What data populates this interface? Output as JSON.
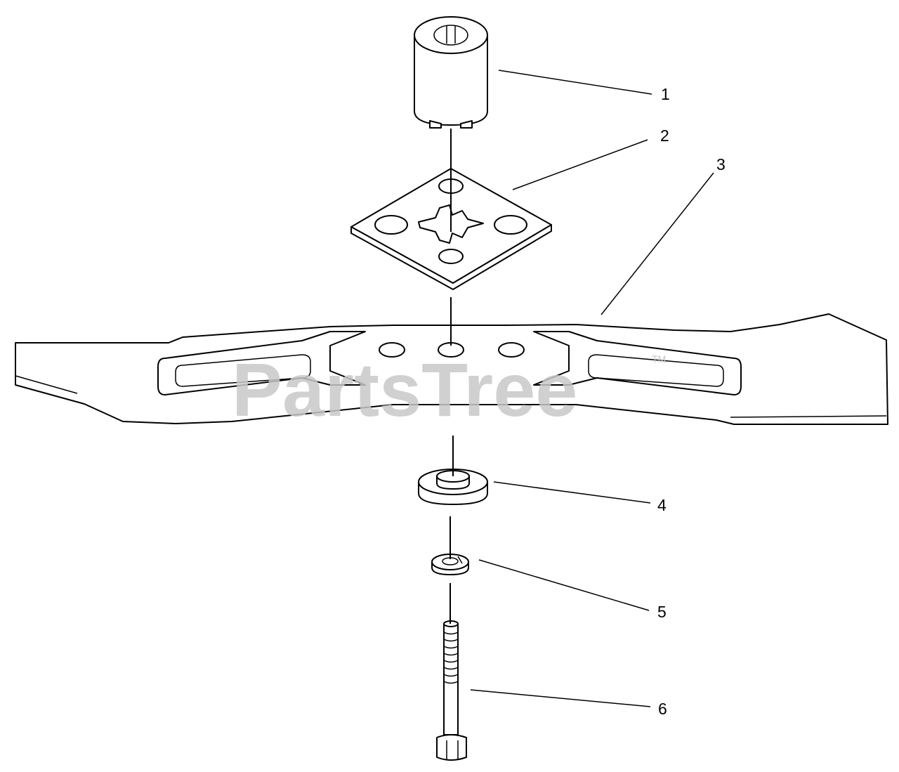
{
  "diagram": {
    "callouts": [
      "1",
      "2",
      "3",
      "4",
      "5",
      "6"
    ],
    "watermark": {
      "text": "PartsTree",
      "trademark": "TM"
    }
  },
  "colors": {
    "line": "#000000",
    "background": "#ffffff",
    "watermark": "#c8c8c8"
  }
}
